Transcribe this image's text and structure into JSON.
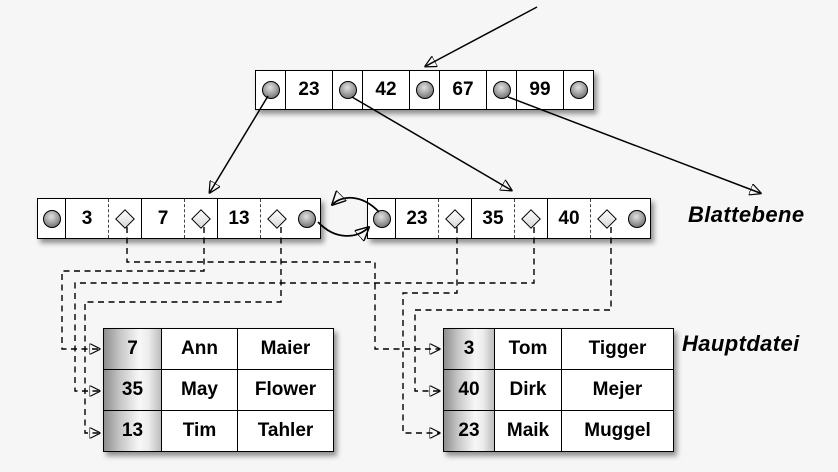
{
  "labels": {
    "leaf_level": "Blattebene",
    "main_file": "Hauptdatei"
  },
  "root_node": {
    "keys": [
      "23",
      "42",
      "67",
      "99"
    ]
  },
  "leaf_nodes": {
    "left": {
      "keys": [
        "3",
        "7",
        "13"
      ]
    },
    "right": {
      "keys": [
        "23",
        "35",
        "40"
      ]
    }
  },
  "tables": {
    "left": {
      "rows": [
        [
          "7",
          "Ann",
          "Maier"
        ],
        [
          "35",
          "May",
          "Flower"
        ],
        [
          "13",
          "Tim",
          "Tahler"
        ]
      ]
    },
    "right": {
      "rows": [
        [
          "3",
          "Tom",
          "Tigger"
        ],
        [
          "40",
          "Dirk",
          "Mejer"
        ],
        [
          "23",
          "Maik",
          "Muggel"
        ]
      ]
    }
  },
  "icons": {
    "pointer": "sphere-icon",
    "record_ref": "diamond-icon"
  },
  "colors": {
    "background": "#f6f6f6",
    "line": "#000000",
    "node_fill": "#ffffff",
    "key_column_shade": "#8e8e8e"
  },
  "links": {
    "entry_arrow": "points to root node from upper right",
    "root_to_leaves": [
      {
        "from": "root pointer before 23",
        "to": "left leaf node"
      },
      {
        "from": "root pointer between 23 and 42",
        "to": "right leaf node"
      },
      {
        "from": "root pointer between 67 and 99",
        "to": "next leaf at Blattebene (off canvas right)"
      }
    ],
    "leaf_chain": "left leaf and right leaf linked by two curved arrows (doubly linked list)",
    "record_refs": [
      {
        "key": "3",
        "table": "right",
        "row": "3 Tom Tigger"
      },
      {
        "key": "7",
        "table": "left",
        "row": "7 Ann Maier"
      },
      {
        "key": "13",
        "table": "left",
        "row": "13 Tim Tahler"
      },
      {
        "key": "23",
        "table": "right",
        "row": "23 Maik Muggel"
      },
      {
        "key": "35",
        "table": "left",
        "row": "35 May Flower"
      },
      {
        "key": "40",
        "table": "right",
        "row": "40 Dirk Mejer"
      }
    ]
  }
}
